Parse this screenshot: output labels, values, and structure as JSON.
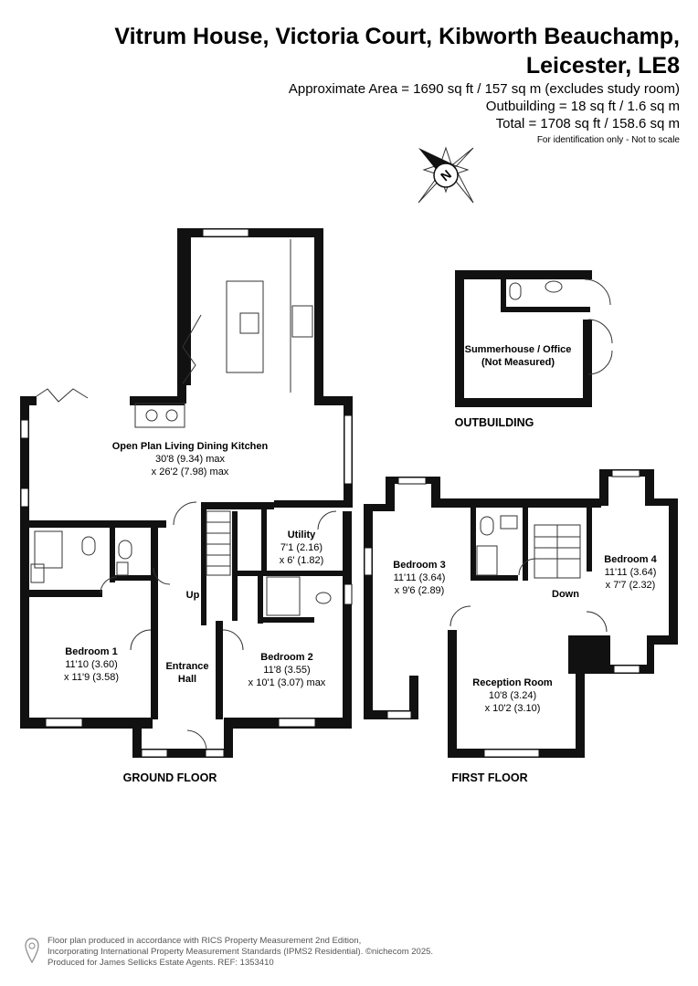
{
  "header": {
    "title_line1": "Vitrum House, Victoria Court, Kibworth Beauchamp,",
    "title_line2": "Leicester, LE8",
    "area_line1": "Approximate Area = 1690 sq ft / 157 sq m (excludes study room)",
    "area_line2": "Outbuilding = 18 sq ft / 1.6 sq m",
    "area_line3": "Total = 1708 sq ft / 158.6 sq m",
    "disclaimer": "For identification only - Not to scale"
  },
  "compass": {
    "label": "N",
    "icon": "compass-north-icon"
  },
  "rooms": {
    "kitchen": {
      "name": "Open Plan Living Dining Kitchen",
      "dim1": "30'8 (9.34) max",
      "dim2": "x 26'2 (7.98) max"
    },
    "utility": {
      "name": "Utility",
      "dim1": "7'1 (2.16)",
      "dim2": "x 6' (1.82)"
    },
    "bedroom1": {
      "name": "Bedroom 1",
      "dim1": "11'10 (3.60)",
      "dim2": "x 11'9 (3.58)"
    },
    "entrance": {
      "name_line1": "Entrance",
      "name_line2": "Hall"
    },
    "bedroom2": {
      "name": "Bedroom 2",
      "dim1": "11'8 (3.55)",
      "dim2": "x 10'1 (3.07) max"
    },
    "bedroom3": {
      "name": "Bedroom 3",
      "dim1": "11'11 (3.64)",
      "dim2": "x 9'6 (2.89)"
    },
    "bedroom4": {
      "name": "Bedroom 4",
      "dim1": "11'11 (3.64)",
      "dim2": "x 7'7 (2.32)"
    },
    "reception": {
      "name": "Reception Room",
      "dim1": "10'8 (3.24)",
      "dim2": "x 10'2 (3.10)"
    },
    "summerhouse": {
      "name_line1": "Summerhouse / Office",
      "name_line2": "(Not Measured)"
    }
  },
  "stairs": {
    "up": "Up",
    "down": "Down"
  },
  "floors": {
    "ground": "GROUND FLOOR",
    "first": "FIRST FLOOR",
    "outbuilding": "OUTBUILDING"
  },
  "footer": {
    "line1": "Floor plan produced in accordance with RICS Property Measurement 2nd Edition,",
    "line2": "Incorporating International Property Measurement Standards (IPMS2 Residential).  ©nichecom 2025.",
    "line3": "Produced for James Sellicks Estate Agents.   REF: 1353410"
  }
}
